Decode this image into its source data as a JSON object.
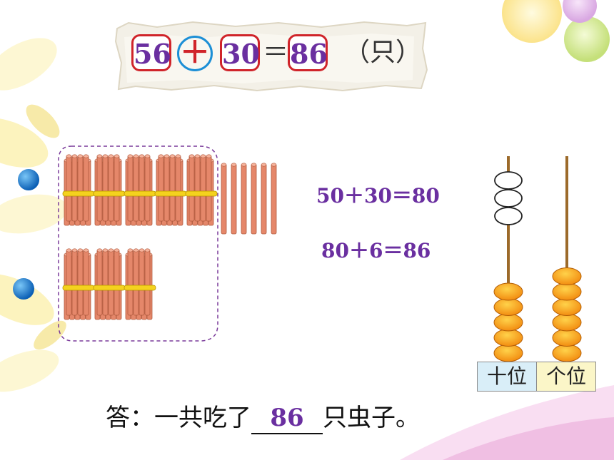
{
  "equation": {
    "addend1": "56",
    "operator": "＋",
    "addend2": "30",
    "equals": "＝",
    "sum": "86",
    "unit": "（只）"
  },
  "calculations": [
    "50＋30＝80",
    "80＋6＝86"
  ],
  "sticks": {
    "bundles_in_group_row1": 5,
    "loose_sticks_row1": 6,
    "bundles_in_group_row2": 3
  },
  "abacus": {
    "tens_label": "十位",
    "ones_label": "个位",
    "tens_beads": 5,
    "tens_empty_rings": 3,
    "ones_beads": 6
  },
  "answer": {
    "prefix": "答：一共吃了",
    "value": "86",
    "suffix": "只虫子。"
  },
  "colors": {
    "answer_purple": "#6a2fa0",
    "box_red": "#d0242a",
    "operator_blue": "#1c8fd6",
    "stick_orange": "#e5876a",
    "band_yellow": "#f4d21e",
    "bead_orange": "#f28c10",
    "tens_label_bg": "#d9eef8",
    "ones_label_bg": "#fbf6c8"
  }
}
